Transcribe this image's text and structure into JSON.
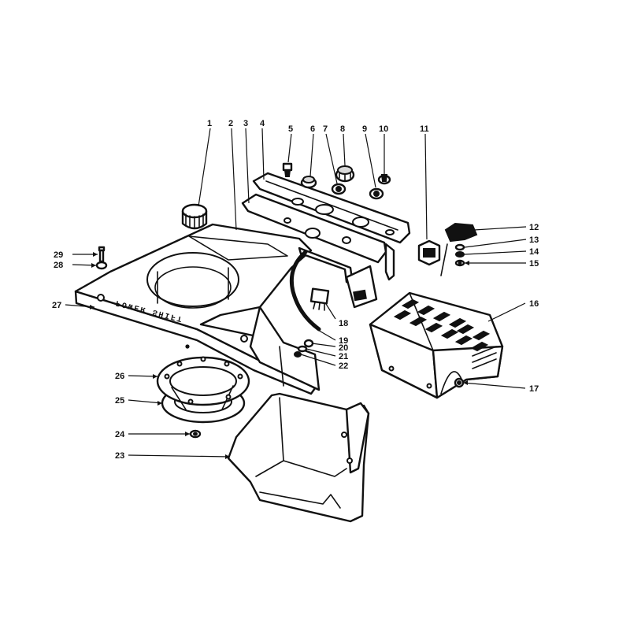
{
  "diagram": {
    "brand_text": "POWER SHIFT",
    "callouts": [
      {
        "id": "1",
        "label": "1"
      },
      {
        "id": "2",
        "label": "2"
      },
      {
        "id": "3",
        "label": "3"
      },
      {
        "id": "4",
        "label": "4"
      },
      {
        "id": "5",
        "label": "5"
      },
      {
        "id": "6",
        "label": "6"
      },
      {
        "id": "7",
        "label": "7"
      },
      {
        "id": "8",
        "label": "8"
      },
      {
        "id": "9",
        "label": "9"
      },
      {
        "id": "10",
        "label": "10"
      },
      {
        "id": "11",
        "label": "11"
      },
      {
        "id": "12",
        "label": "12"
      },
      {
        "id": "13",
        "label": "13"
      },
      {
        "id": "14",
        "label": "14"
      },
      {
        "id": "15",
        "label": "15"
      },
      {
        "id": "16",
        "label": "16"
      },
      {
        "id": "17",
        "label": "17"
      },
      {
        "id": "18",
        "label": "18"
      },
      {
        "id": "19",
        "label": "19"
      },
      {
        "id": "20",
        "label": "20"
      },
      {
        "id": "21",
        "label": "21"
      },
      {
        "id": "22",
        "label": "22"
      },
      {
        "id": "23",
        "label": "23"
      },
      {
        "id": "24",
        "label": "24"
      },
      {
        "id": "25",
        "label": "25"
      },
      {
        "id": "26",
        "label": "26"
      },
      {
        "id": "27",
        "label": "27"
      },
      {
        "id": "28",
        "label": "28"
      },
      {
        "id": "29",
        "label": "29"
      }
    ]
  }
}
